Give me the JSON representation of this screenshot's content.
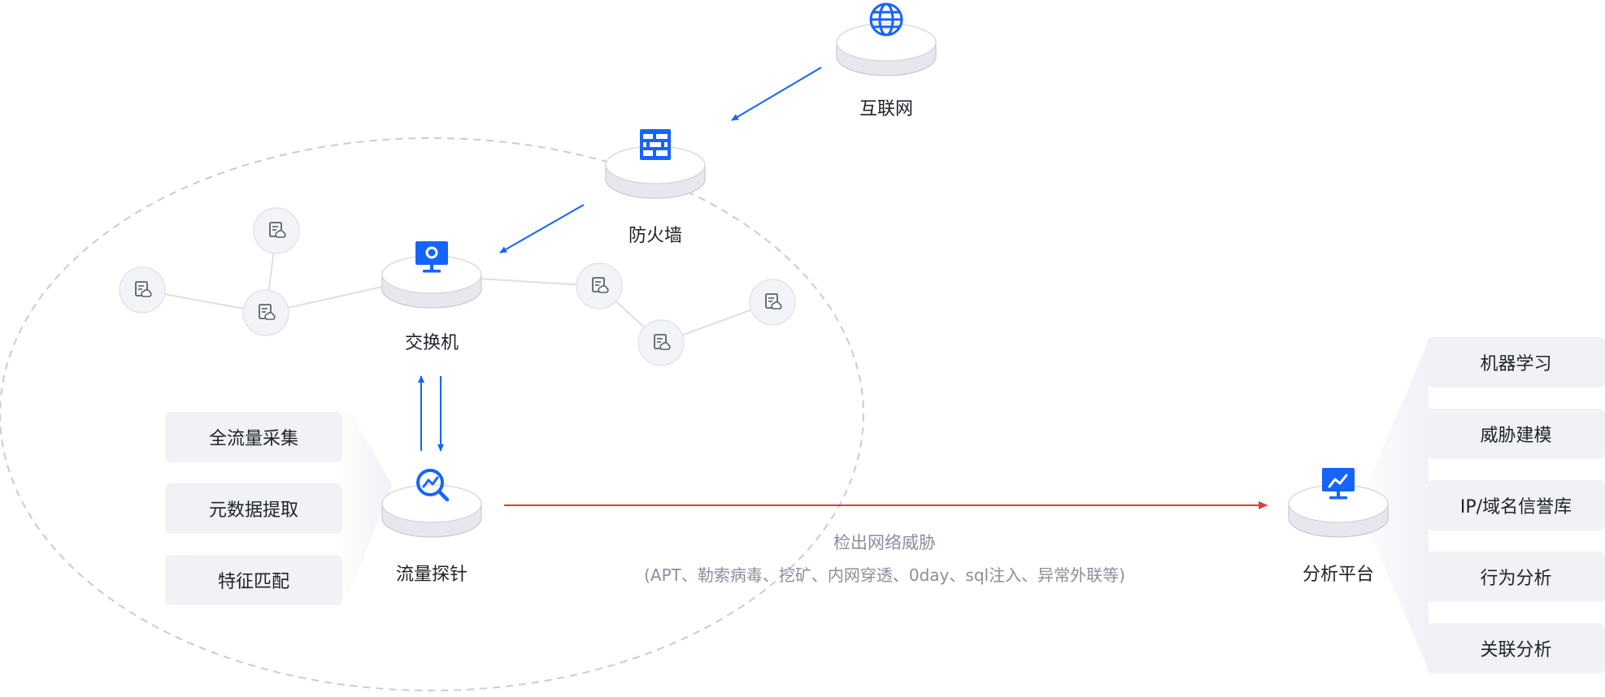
{
  "colors": {
    "accent": "#1664ff",
    "detect_line": "#e53935",
    "pill_bg": "#f1f2f6"
  },
  "nodes": {
    "internet": {
      "label": "互联网",
      "icon": "globe-icon"
    },
    "firewall": {
      "label": "防火墙",
      "icon": "firewall-icon"
    },
    "switch": {
      "label": "交换机",
      "icon": "monitor-icon"
    },
    "probe": {
      "label": "流量探针",
      "icon": "probe-search-icon"
    },
    "platform": {
      "label": "分析平台",
      "icon": "chart-monitor-icon"
    }
  },
  "probe_features": [
    "全流量采集",
    "元数据提取",
    "特征匹配"
  ],
  "platform_features": [
    "机器学习",
    "威胁建模",
    "IP/域名信誉库",
    "行为分析",
    "关联分析"
  ],
  "detection": {
    "title": "检出网络威胁",
    "detail": "(APT、勒索病毒、挖矿、内网穿透、0day、sql注入、异常外联等)"
  },
  "host_icon": "document-host-icon"
}
